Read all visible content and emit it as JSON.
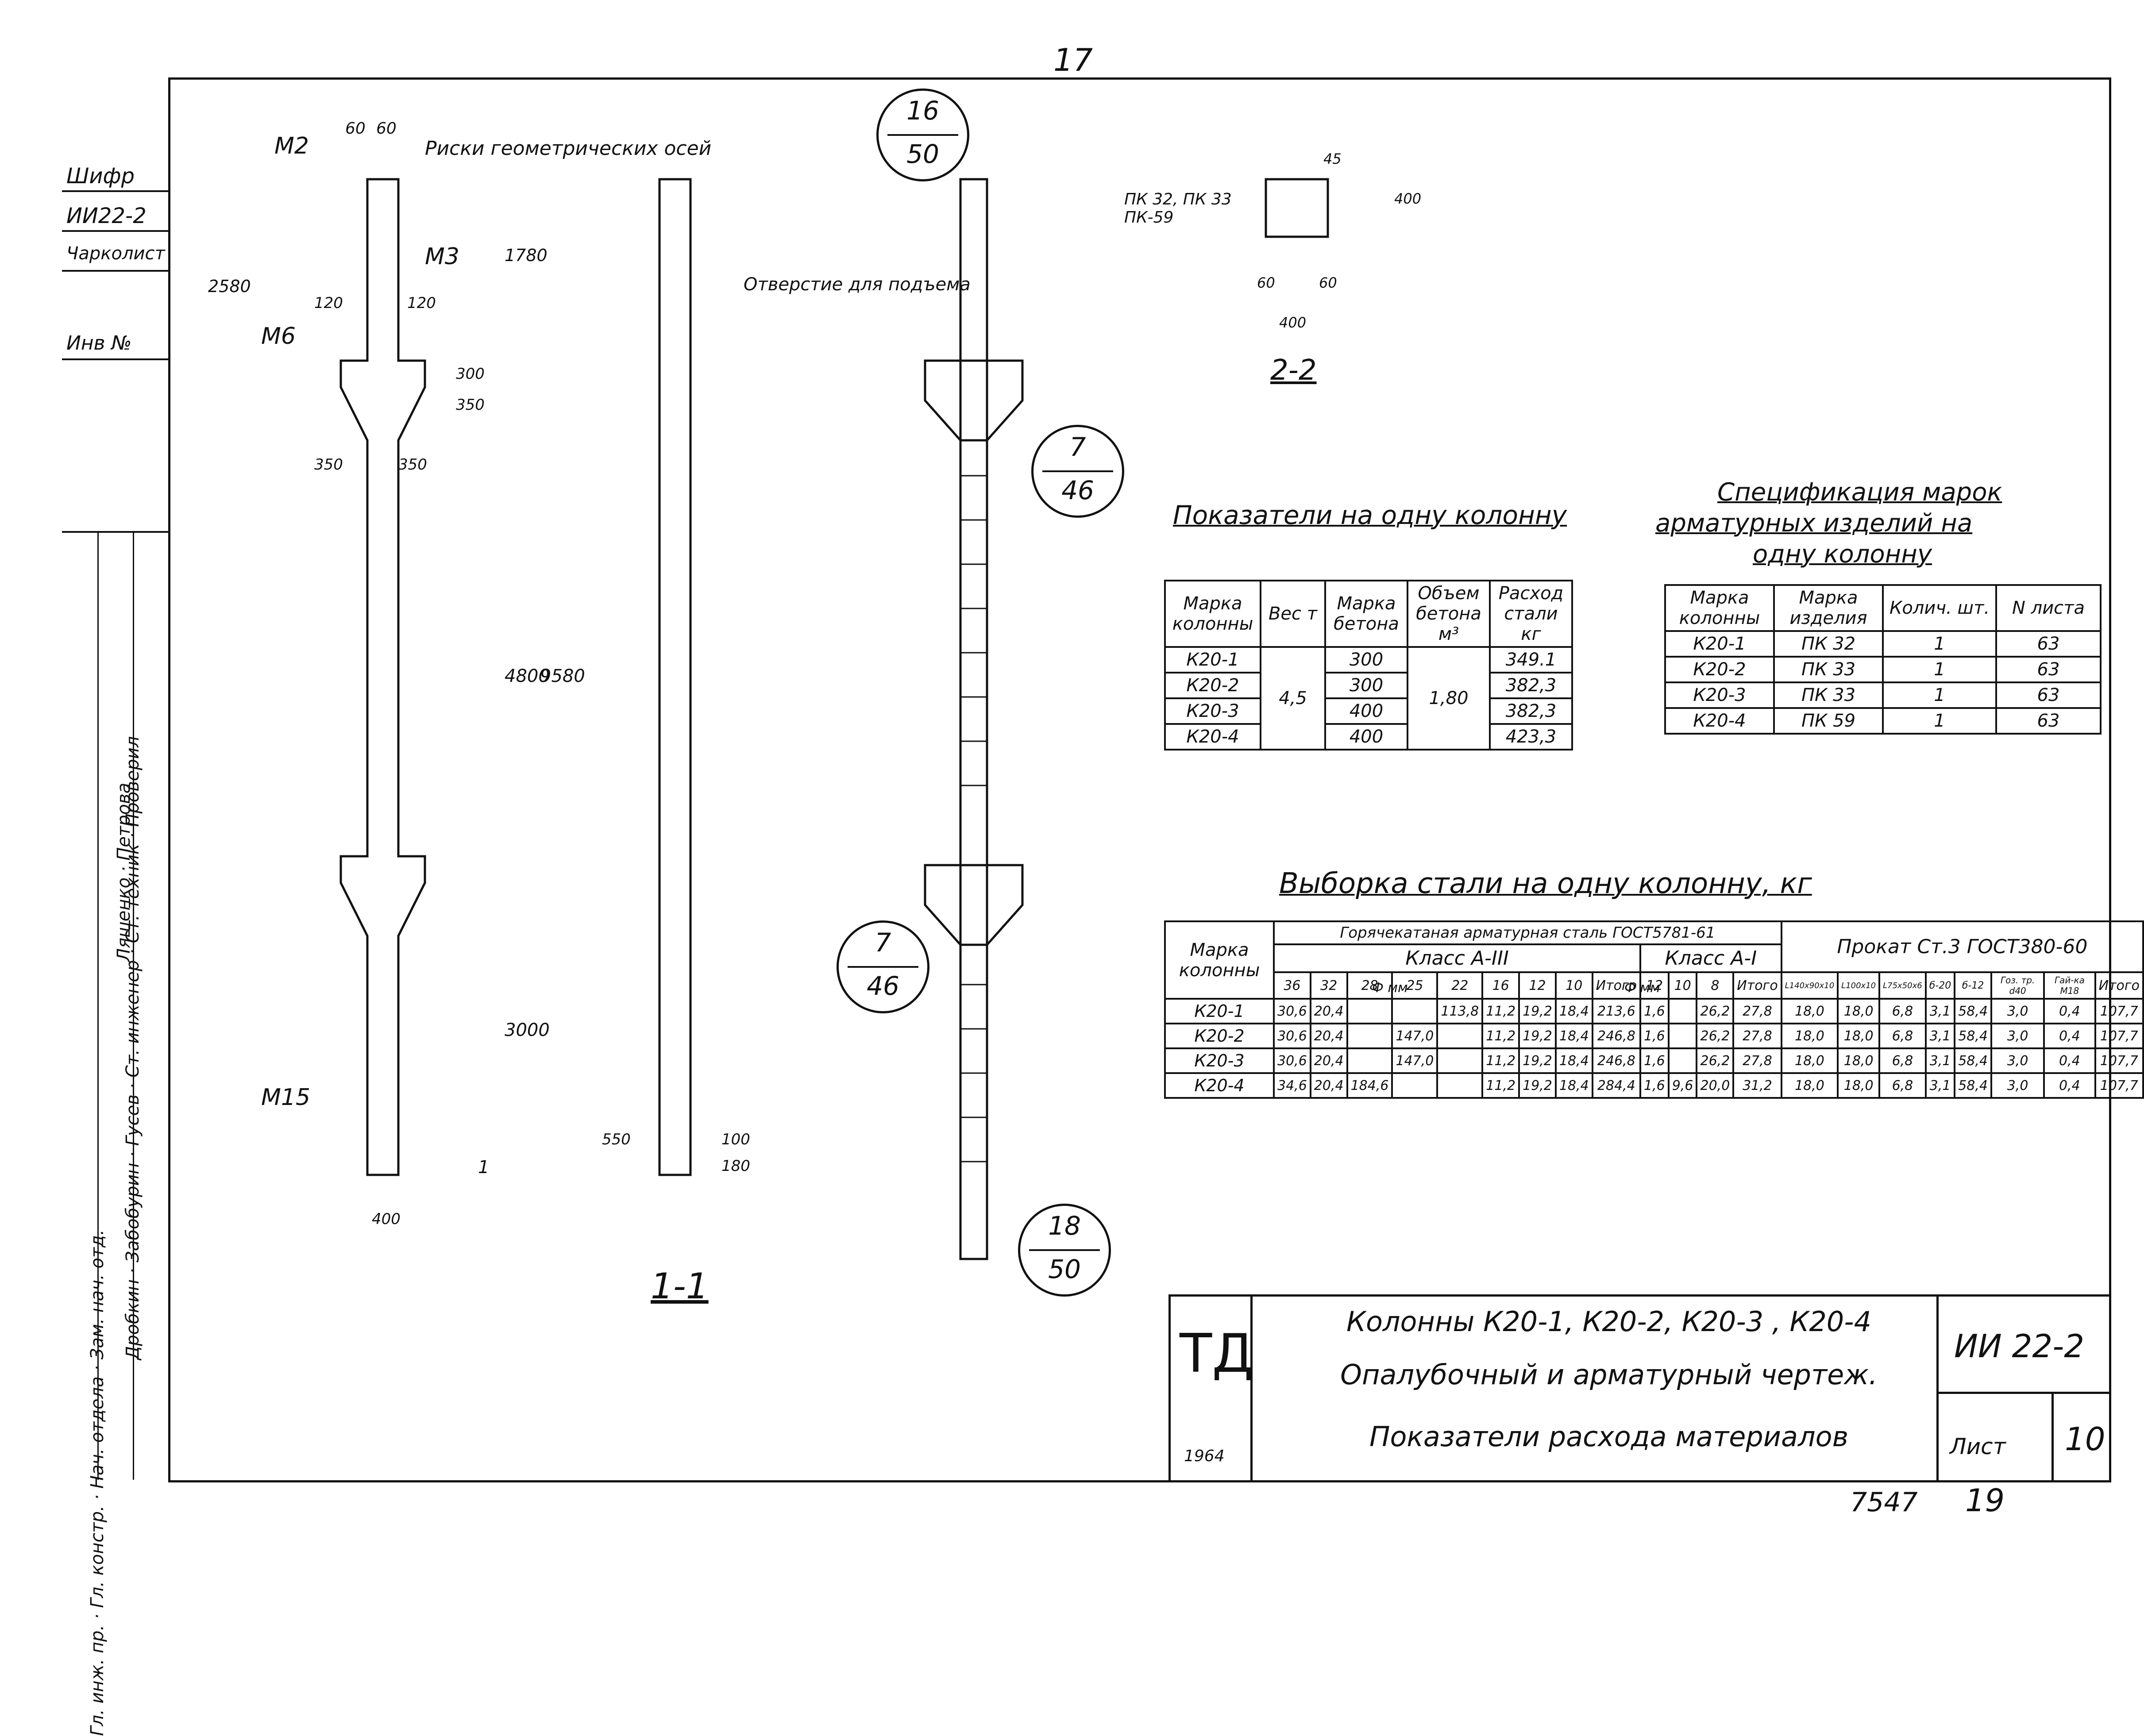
{
  "page_number": "17",
  "sidebar": {
    "top_labels": [
      "Шифр",
      "ИИ22-2",
      "Чарколист",
      "Инв №"
    ],
    "roles": [
      "Гл. инж. пр.",
      "Гл. констр.",
      "Нач. отдела",
      "Зам. нач. отд."
    ],
    "names_mid": [
      "Дробкин",
      "Забобурин",
      "Гусев"
    ],
    "roles_mid": [
      "Ст. инженер",
      "Ст. техник",
      "Проверил"
    ],
    "names_top": [
      "Ляшенко",
      "Петрова"
    ]
  },
  "section_1_1": {
    "label": "1-1",
    "marks": [
      "М2",
      "М3",
      "М6",
      "М15",
      "Риски геометрических осей",
      "Отверстие для подъема"
    ],
    "dims": [
      "60",
      "60",
      "2580",
      "1780",
      "120",
      "120",
      "300",
      "350",
      "350",
      "350",
      "4800",
      "9580",
      "3000",
      "400",
      "550",
      "100",
      "180",
      "1"
    ]
  },
  "detail_refs": [
    {
      "top": "16",
      "bottom": "50"
    },
    {
      "top": "7",
      "bottom": "46"
    },
    {
      "top": "7",
      "bottom": "46"
    },
    {
      "top": "18",
      "bottom": "50"
    }
  ],
  "section_2_2": {
    "label": "2-2",
    "marks": "ПК 32, ПК 33 ПК-59",
    "dims": [
      "45",
      "400",
      "60",
      "60",
      "400"
    ]
  },
  "indicators": {
    "title": "Показатели на одну колонну",
    "headers": [
      "Марка колонны",
      "Вес т",
      "Марка бетона",
      "Объем бетона м³",
      "Расход стали кг"
    ],
    "rows": [
      [
        "К20-1",
        "",
        "300",
        "",
        "349.1"
      ],
      [
        "К20-2",
        "4,5",
        "300",
        "1,80",
        "382,3"
      ],
      [
        "К20-3",
        "",
        "400",
        "",
        "382,3"
      ],
      [
        "К20-4",
        "",
        "400",
        "",
        "423,3"
      ]
    ]
  },
  "specification": {
    "title": [
      "Спецификация марок",
      "арматурных изделий на",
      "одну колонну"
    ],
    "headers": [
      "Марка колонны",
      "Марка изделия",
      "Колич. шт.",
      "N листа"
    ],
    "rows": [
      [
        "К20-1",
        "ПК 32",
        "1",
        "63"
      ],
      [
        "К20-2",
        "ПК 33",
        "1",
        "63"
      ],
      [
        "К20-3",
        "ПК 33",
        "1",
        "63"
      ],
      [
        "К20-4",
        "ПК 59",
        "1",
        "63"
      ]
    ]
  },
  "steel": {
    "title": "Выборка стали на одну колонну, кг",
    "group1": "Горячекатаная арматурная сталь ГОСТ5781-61",
    "class_a3": "Класс А-III",
    "class_a1": "Класс А-I",
    "rolled": "Прокат Ст.3 ГОСТ380-60",
    "phi_mm": "Ф мм",
    "mark_col": "Марка колонны",
    "subheaders": [
      "36",
      "32",
      "28",
      "25",
      "22",
      "16",
      "12",
      "10",
      "Итого",
      "12",
      "10",
      "8",
      "Итого",
      "L140x90x10",
      "L100x10",
      "L75x50x6",
      "б-20",
      "б-12",
      "Гоз. тр. d40",
      "Гай-ка М18",
      "Итого"
    ],
    "rows": [
      [
        "К20-1",
        "30,6",
        "20,4",
        "",
        "",
        "113,8",
        "11,2",
        "19,2",
        "18,4",
        "213,6",
        "1,6",
        "",
        "26,2",
        "27,8",
        "18,0",
        "18,0",
        "6,8",
        "3,1",
        "58,4",
        "3,0",
        "0,4",
        "107,7"
      ],
      [
        "К20-2",
        "30,6",
        "20,4",
        "",
        "147,0",
        "",
        "11,2",
        "19,2",
        "18,4",
        "246,8",
        "1,6",
        "",
        "26,2",
        "27,8",
        "18,0",
        "18,0",
        "6,8",
        "3,1",
        "58,4",
        "3,0",
        "0,4",
        "107,7"
      ],
      [
        "К20-3",
        "30,6",
        "20,4",
        "",
        "147,0",
        "",
        "11,2",
        "19,2",
        "18,4",
        "246,8",
        "1,6",
        "",
        "26,2",
        "27,8",
        "18,0",
        "18,0",
        "6,8",
        "3,1",
        "58,4",
        "3,0",
        "0,4",
        "107,7"
      ],
      [
        "К20-4",
        "34,6",
        "20,4",
        "184,6",
        "",
        "",
        "11,2",
        "19,2",
        "18,4",
        "284,4",
        "1,6",
        "9,6",
        "20,0",
        "31,2",
        "18,0",
        "18,0",
        "6,8",
        "3,1",
        "58,4",
        "3,0",
        "0,4",
        "107,7"
      ]
    ]
  },
  "title_block": {
    "logo": "ТД",
    "year": "1964",
    "line1": "Колонны К20-1, К20-2, К20-3 , К20-4",
    "line2": "Опалубочный и арматурный чертеж.",
    "line3": "Показатели расхода материалов",
    "code": "ИИ 22-2",
    "sheet_label": "Лист",
    "sheet_no": "10"
  },
  "bottom_notes": [
    "7547",
    "19"
  ]
}
